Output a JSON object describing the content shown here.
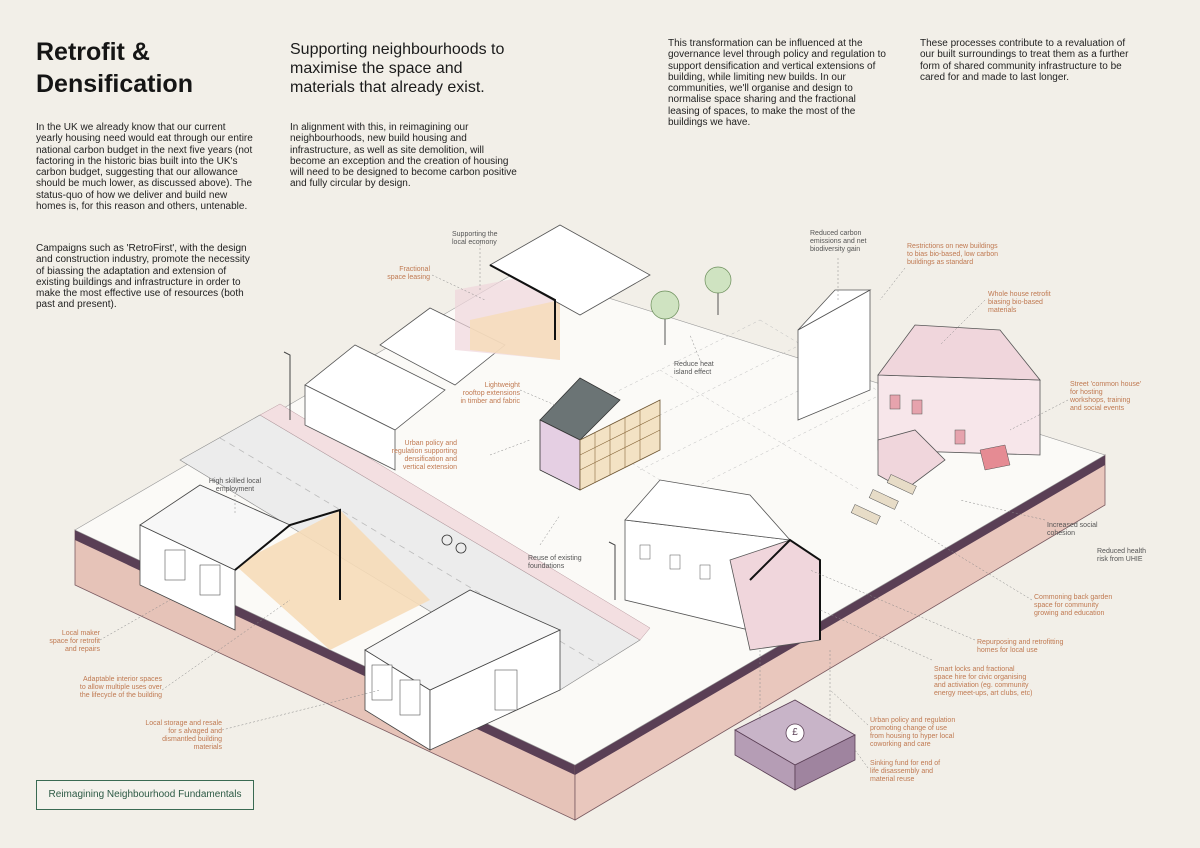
{
  "title": {
    "line1": "Retrofit &",
    "line2": "Densification"
  },
  "subtitle": "Supporting neighbourhoods to maximise the space and materials that already exist.",
  "paragraphs": {
    "intro_1": "In the UK we already know that our current yearly housing need would eat through our entire national carbon budget in the next five years (not factoring in the historic bias built into the UK's carbon budget, suggesting that our allowance should be much lower, as discussed above). The status-quo of how we deliver and build new homes is, for this reason and others, untenable.",
    "intro_2": "Campaigns such as 'RetroFirst', with the design and construction industry, promote the necessity of biassing the adaptation and extension of existing buildings and infrastructure in order to make the most effective use of resources (both past and present).",
    "col2": "In alignment with this, in reimagining our neighbourhoods, new build housing and infrastructure, as well as site demolition, will become an exception and the creation of housing will need to be designed to become carbon positive and fully circular by design.",
    "col3": "This transformation can be influenced at the governance level through policy and regulation to support densification and vertical extensions of building, while limiting new builds. In our communities, we'll organise and design to normalise space sharing and the fractional leasing of spaces, to make the most of the buildings we have.",
    "col4": "These processes contribute to a revaluation of our built surroundings to treat them as a further form of shared community infrastructure to be cared for and made to last longer."
  },
  "annotations": {
    "supporting_local_economy": "Supporting the\nlocal ecomony",
    "fractional_space_leasing": "Fractional\nspace leasing",
    "reduced_carbon": "Reduced carbon\nemissions and net\nbiodiversity gain",
    "restrictions_new_buildings": "Restrictions on new buildings\nto bias bio-based, low carbon\nbuildings as standard",
    "whole_house_retrofit": "Whole house retrofit\nbiasing bio-based\nmaterials",
    "reduce_heat_island": "Reduce heat\nisland effect",
    "lightweight_rooftop": "Lightweight\nrooftop extensions\nin timber and fabric",
    "street_common_house": "Street 'common house'\nfor hosting\nworkshops, training\nand social events",
    "urban_policy_densification": "Urban policy and\nregulation supporting\ndensification and\nvertical extension",
    "high_skilled_employment": "High skilled local\nemployment",
    "increased_social_cohesion": "Increased social\ncohesion",
    "reduced_health_risk": "Reduced health\nrisk from UHIE",
    "reuse_foundations": "Reuse of existing\nfoundations",
    "commoning_back_garden": "Commoning back garden\nspace for community\ngrowing and education",
    "local_maker_space": "Local maker\nspace for retrofit\nand repairs",
    "repurposing_homes": "Repurposing and retrofitting\nhomes for local use",
    "adaptable_interior": "Adaptable interior spaces\nto allow multiple uses over\nthe lifecycle of the building",
    "smart_locks": "Smart locks and fractional\nspace hire for civic organising\nand activiation (eg. community\nenergy meet-ups, art clubs, etc)",
    "local_storage": "Local storage and resale\nfor s   alvaged and\ndismantled building\nmaterials",
    "urban_policy_change_of_use": "Urban policy and regulation\npromoting change of use\nfrom housing to hyper local\ncoworking and care",
    "sinking_fund": "Sinking fund for end of\nlife disassembly and\nmaterial reuse"
  },
  "badge": "Reimagining Neighbourhood Fundamentals",
  "colors": {
    "background": "#f2efe8",
    "annotation": "#c07a52",
    "badge_border": "#3a6a52",
    "ground_pink": "#e9c7bd",
    "ground_purple": "#5a3f55",
    "highlight_orange": "#f6dcb8",
    "highlight_pink": "#f0d6dc"
  },
  "icons": {
    "fund": "pound-sign-icon"
  },
  "fund_symbol": "£"
}
